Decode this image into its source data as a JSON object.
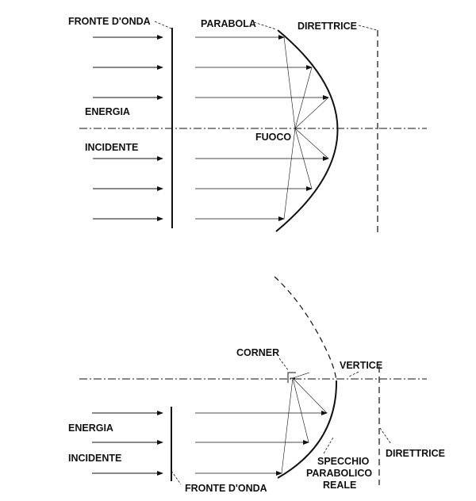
{
  "top": {
    "wavefront_label": "FRONTE D'ONDA",
    "parabola_label": "PARABOLA",
    "directrix_label": "DIRETTRICE",
    "energy_label_1": "ENERGIA",
    "energy_label_2": "INCIDENTE",
    "focus_label": "FUOCO"
  },
  "bottom": {
    "corner_label": "CORNER",
    "vertex_label": "VERTICE",
    "energy_label_1": "ENERGIA",
    "energy_label_2": "INCIDENTE",
    "wavefront_label": "FRONTE D'ONDA",
    "mirror_label_1": "SPECCHIO",
    "mirror_label_2": "PARABOLICO",
    "mirror_label_3": "REALE",
    "directrix_label": "DIRETTRICE"
  }
}
